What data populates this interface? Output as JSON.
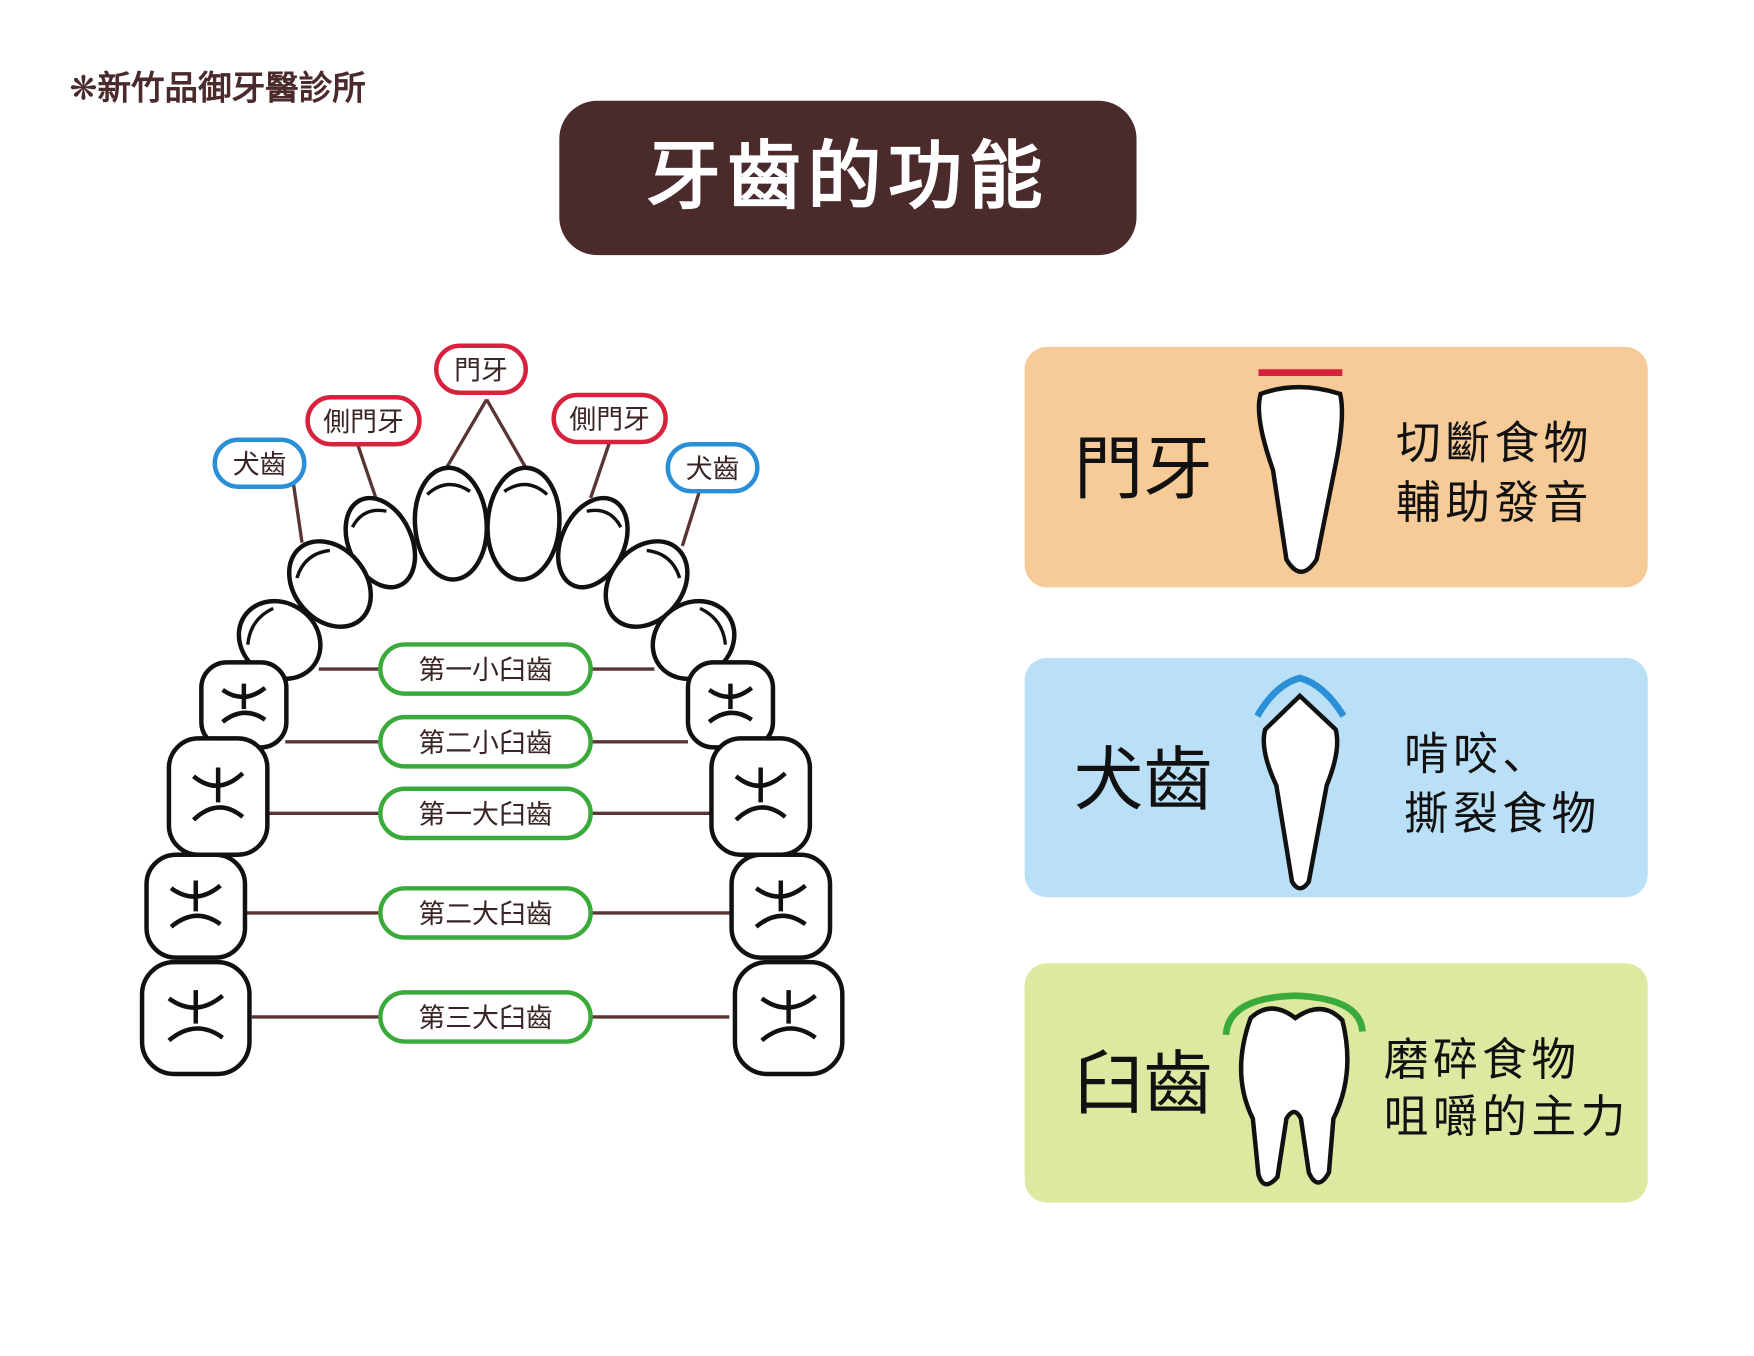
{
  "clinic": "❋新竹品御牙醫診所",
  "title": "牙齒的功能",
  "colors": {
    "title_bg": "#4a2a2b",
    "incisor_card": "#f7cb98",
    "canine_card": "#b9e0f6",
    "molar_card": "#dde9a0",
    "red": "#d8213c",
    "blue": "#2a8fd6",
    "green": "#3aaa3a",
    "line": "#5a3535"
  },
  "arch_labels": {
    "central": "門牙",
    "lateral_left": "側門牙",
    "lateral_right": "側門牙",
    "canine_left": "犬齒",
    "canine_right": "犬齒",
    "molars": [
      "第一小臼齒",
      "第二小臼齒",
      "第一大臼齒",
      "第二大臼齒",
      "第三大臼齒"
    ]
  },
  "cards": [
    {
      "name": "門牙",
      "lines": [
        "切斷食物",
        "輔助發音"
      ]
    },
    {
      "name": "犬齒",
      "lines": [
        "啃咬、",
        "撕裂食物"
      ]
    },
    {
      "name": "臼齒",
      "lines": [
        "磨碎食物",
        "咀嚼的主力"
      ]
    }
  ]
}
